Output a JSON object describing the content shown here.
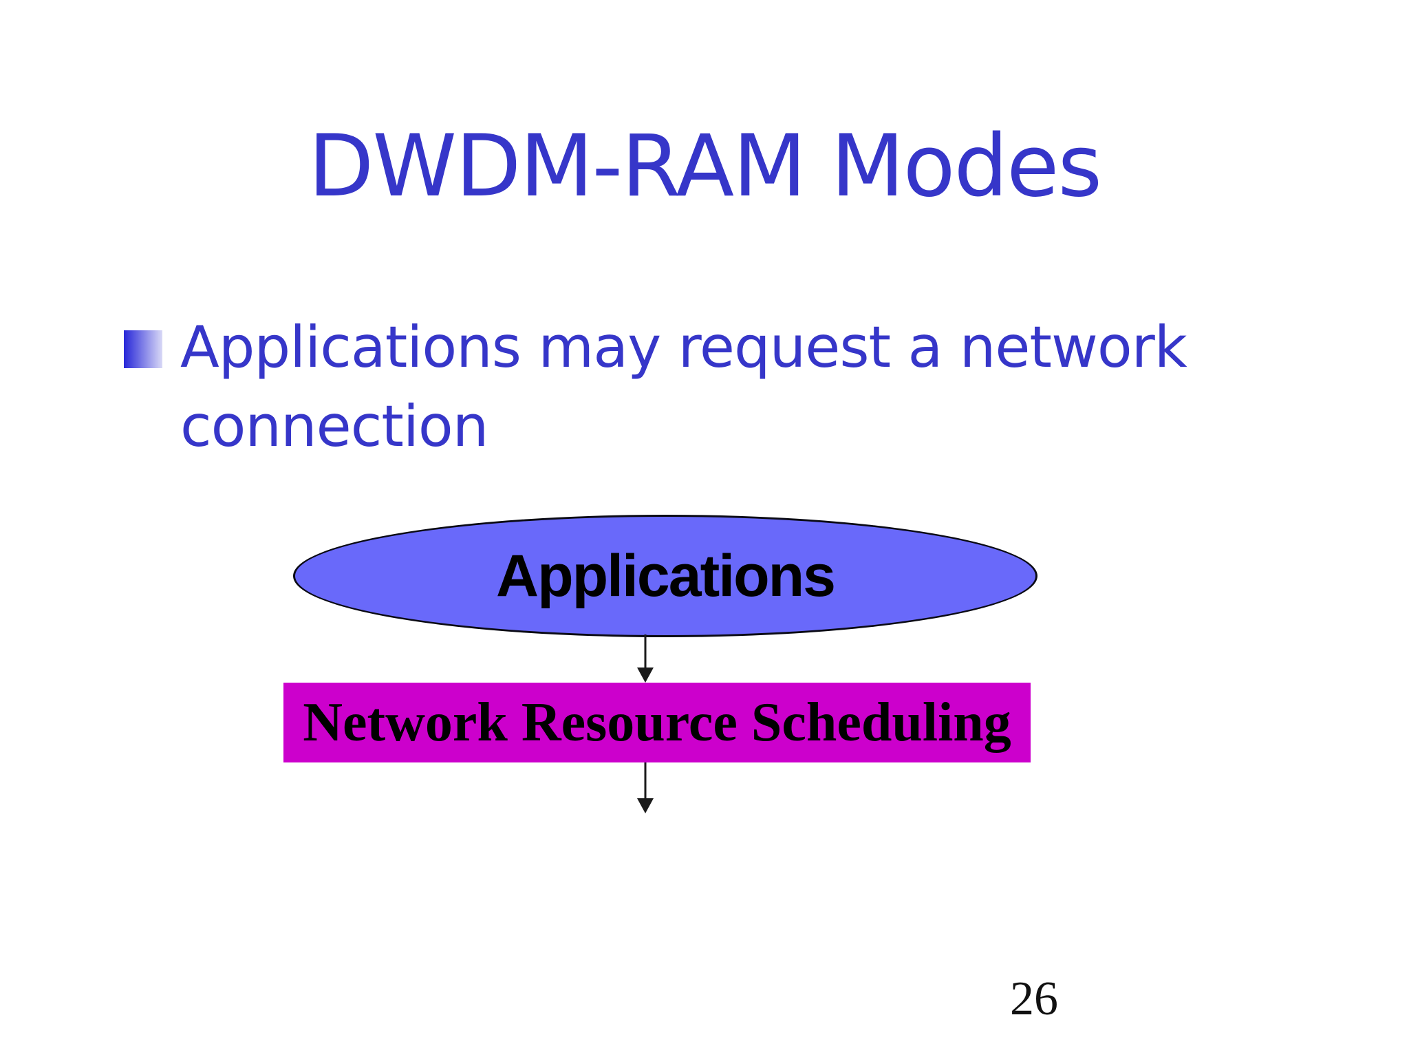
{
  "slide": {
    "title": "DWDM-RAM Modes",
    "page_number": "26"
  },
  "bullets": [
    {
      "text": "Applications may request a network connection"
    }
  ],
  "diagram": {
    "ellipse_label": "Applications",
    "box_label": "Network Resource Scheduling",
    "flow": [
      "Applications",
      "Network Resource Scheduling"
    ]
  },
  "colors": {
    "title_text": "#3636c9",
    "body_text": "#3636c9",
    "ellipse_fill": "#6969fa",
    "ellipse_border": "#0a0a14",
    "box_fill": "#cc00cc",
    "shape_text": "#000000",
    "arrow": "#1a1a1a",
    "bullet_start": "#2626d8",
    "bullet_end": "#d9d9f6"
  }
}
